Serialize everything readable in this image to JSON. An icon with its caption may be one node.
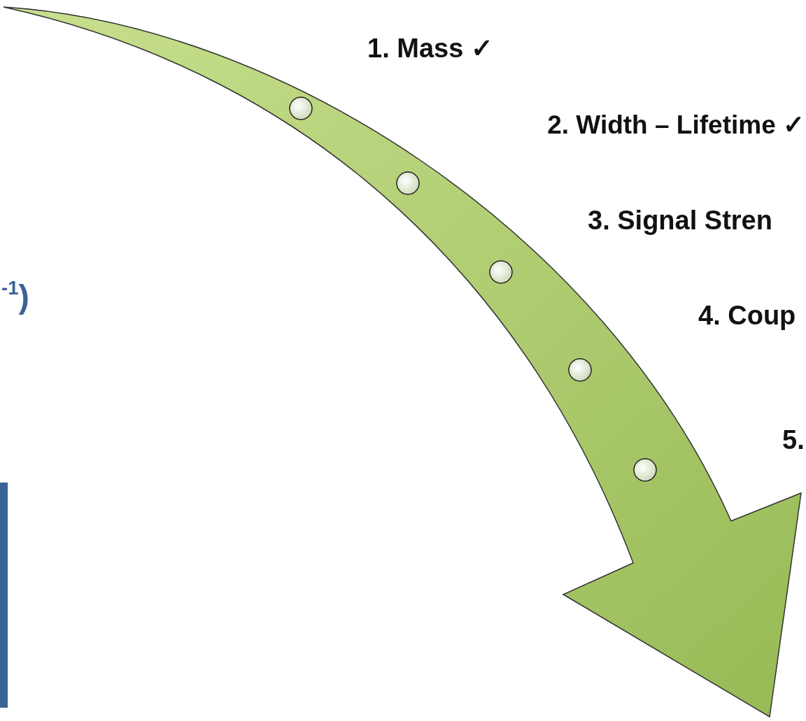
{
  "diagram": {
    "labels": [
      "1. Mass ✓",
      "2. Width – Lifetime ✓",
      "3. Signal Stren",
      "4. Coup",
      "5.",
      "$^{-1}$)"
    ]
  }
}
